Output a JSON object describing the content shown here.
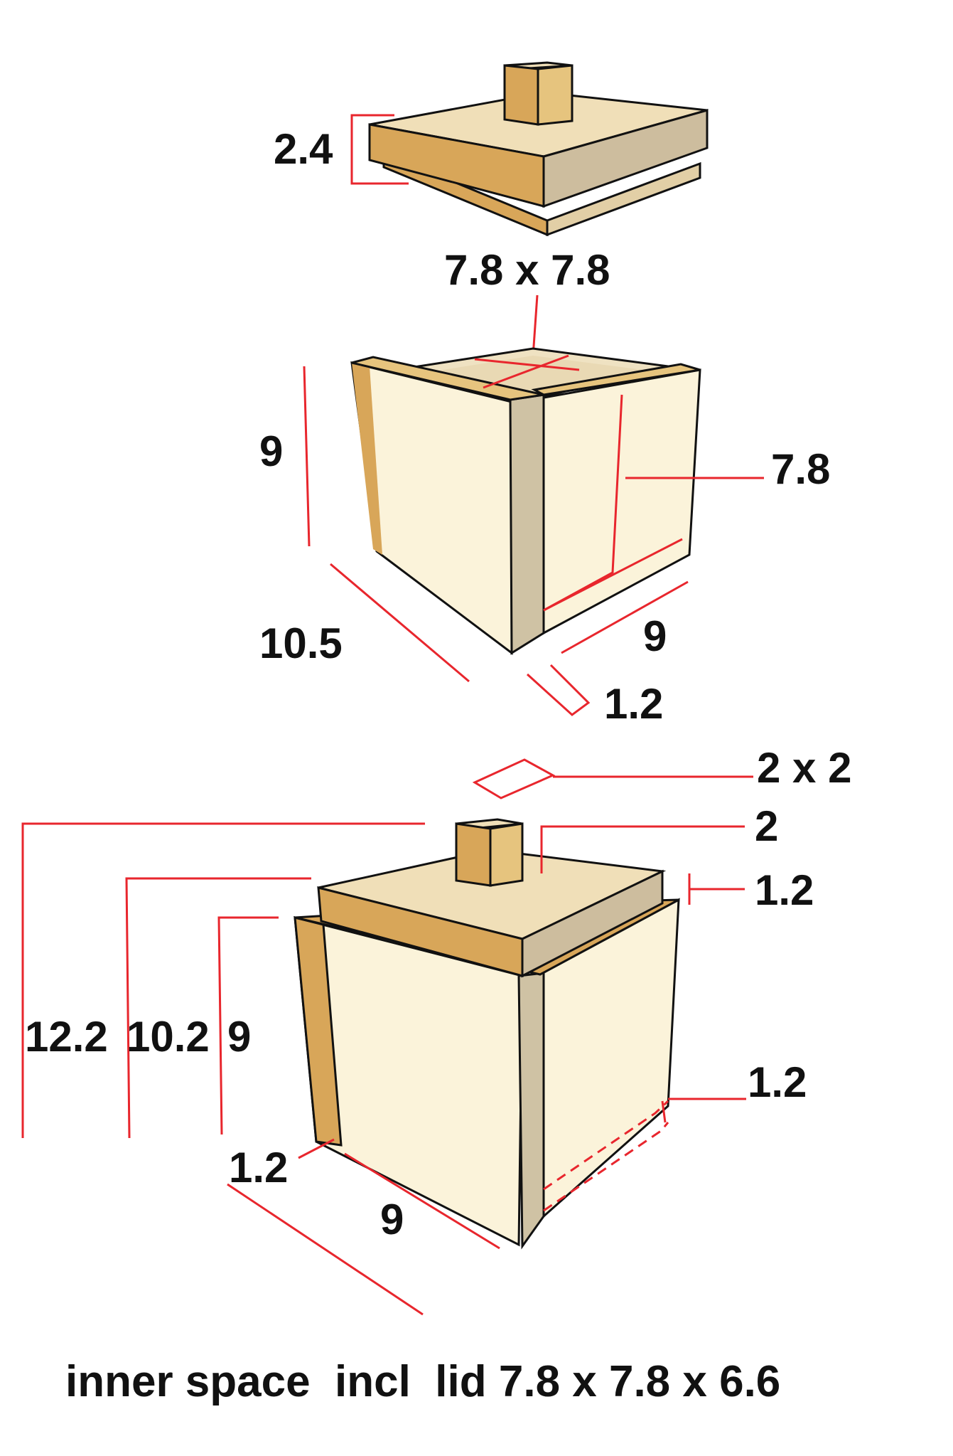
{
  "labels": {
    "lid_height": "2.4",
    "lid_size": "7.8 x 7.8",
    "box_height": "9",
    "box_inner": "7.8",
    "box_depth": "10.5",
    "box_width": "9",
    "wall_thickness": "1.2",
    "knob_size": "2 x 2",
    "knob_height": "2",
    "lid_thickness": "1.2",
    "total_height": "12.2",
    "height_without_knob": "10.2",
    "side_height": "9",
    "bottom_thickness": "1.2",
    "front_thickness": "1.2",
    "front_width": "9",
    "caption": "inner space  incl  lid 7.8 x 7.8 x 6.6"
  },
  "colors": {
    "wood_face": "#fbf3da",
    "wood_edge": "#d8a659",
    "wood_top": "#f0dfb8",
    "grain": "#c9b99a",
    "dimension_line": "#e8262d",
    "text": "#111111"
  }
}
